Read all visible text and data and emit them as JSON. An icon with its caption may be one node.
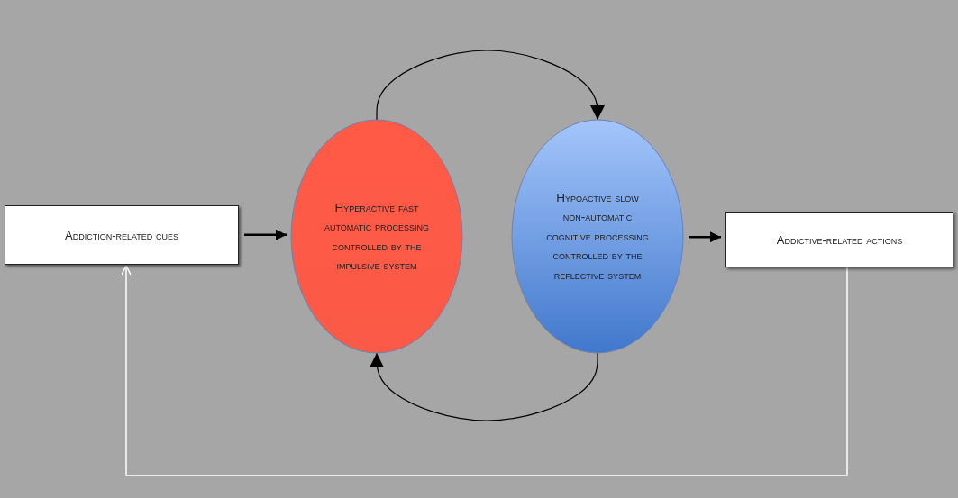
{
  "diagram": {
    "nodes": [
      {
        "text": [
          "Addiction-related cues"
        ]
      },
      {
        "text": [
          "Hyperactive fast automatic processing controlled by the impulsive system"
        ]
      },
      {
        "text": [
          "Hypoactive slow non-automatic cognitive processing controlled by the reflective system"
        ]
      },
      {
        "text": [
          "Addictive-related actions"
        ]
      }
    ],
    "edges": [
      {
        "from": 0,
        "to": 1,
        "arrow": "to"
      },
      {
        "from": 1,
        "to": 2,
        "arrow": "to"
      },
      {
        "from": 2,
        "to": 3,
        "arrow": "to"
      },
      {
        "from": 2,
        "to": 1,
        "arrow": "to"
      },
      {
        "from": 3,
        "to": 0,
        "arrow": "to",
        "color": "#ffffff"
      }
    ]
  }
}
